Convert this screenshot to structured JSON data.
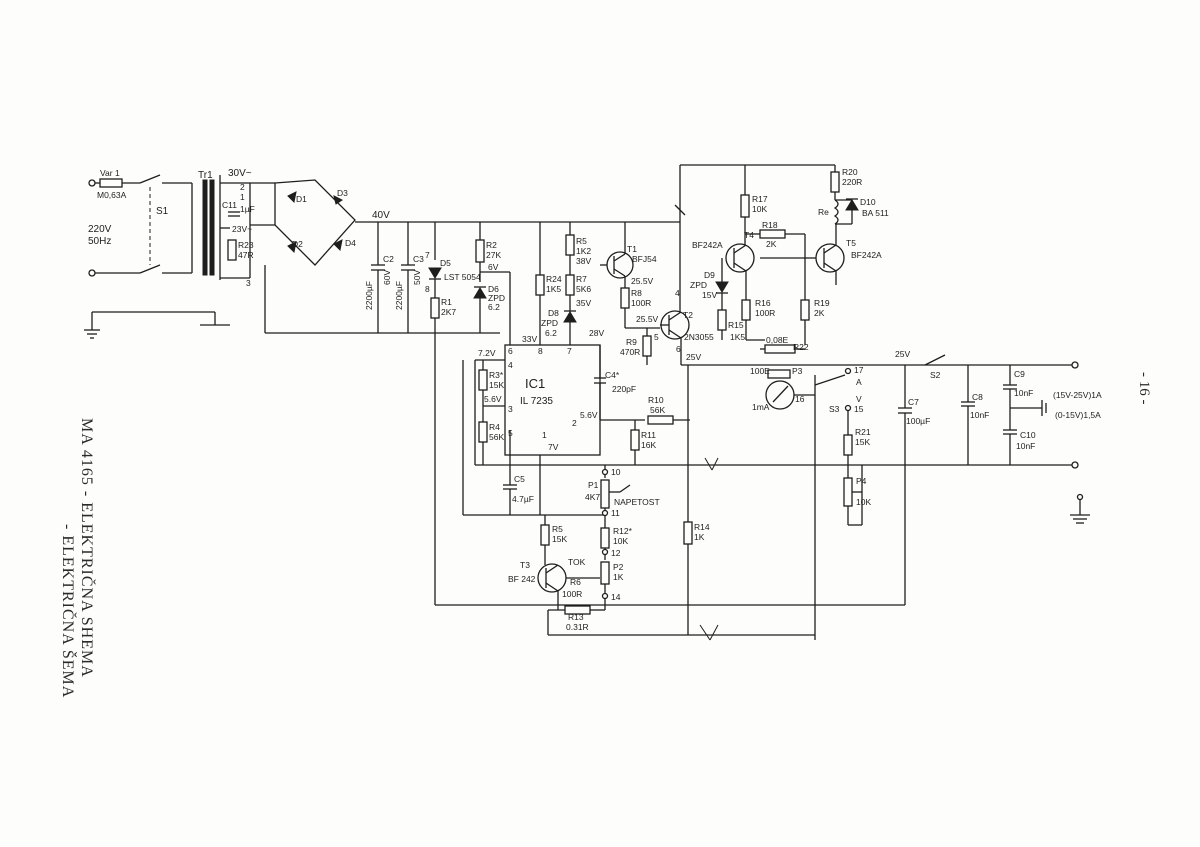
{
  "page": {
    "number": "- 16 -"
  },
  "caption": {
    "line1": "MA 4165 - ELEKTRIČNA SHEMA",
    "line2": "- ELEKTRIČNA ŠEMA"
  },
  "input": {
    "fuse": "Var 1",
    "fuse_value": "M0,63A",
    "switch": "S1",
    "mains_voltage": "220V",
    "mains_freq": "50Hz",
    "transformer": "Tr1",
    "secondary": "30V~",
    "c11": "C11",
    "c11_val": "1µF",
    "r23": "R23",
    "r23_val": "47R",
    "tap_23": "23V~",
    "tap1": "1",
    "tap2": "2",
    "tap3": "3"
  },
  "rectifier": {
    "d1": "D1",
    "d2": "D2",
    "d3": "D3",
    "d4": "D4",
    "rail": "40V"
  },
  "filter": {
    "c2": "C2",
    "c2_val": "2200µF",
    "c2_v": "60V",
    "c3": "C3",
    "c3_val": "2200µF",
    "c3_v": "50V"
  },
  "reference": {
    "d5": "D5",
    "d5_type": "LST 5054",
    "r1": "R1",
    "r1_val": "2K7",
    "r2": "R2",
    "r2_val": "27K",
    "v6": "6V",
    "d6": "D6",
    "d6_type": "ZPD",
    "d6_v": "6.2",
    "n7": "7",
    "n8": "8"
  },
  "ic": {
    "name": "IC1",
    "type": "IL 7235",
    "p1": "1",
    "p2": "2",
    "p3": "3",
    "p4": "4",
    "p5": "5",
    "p6": "6",
    "p7": "7",
    "p8": "8",
    "v72": "7.2V",
    "v56a": "5.6V",
    "v56b": "5.6V",
    "v7": "7V",
    "v33": "33V",
    "v28": "28V",
    "r3": "R3*",
    "r3_val": "15K",
    "r4": "R4",
    "r4_val": "56K",
    "c4": "C4*",
    "c4_val": "220pF"
  },
  "driver": {
    "r5": "R5",
    "r5_val": "1K2",
    "v38": "38V",
    "r24": "R24",
    "r24_val": "1K5",
    "r7": "R7",
    "r7_val": "5K6",
    "v35": "35V",
    "d8": "D8",
    "d8_type": "ZPD",
    "d8_v": "6.2",
    "t1": "T1",
    "t1_type": "BFJ54",
    "v255a": "25.5V",
    "r8": "R8",
    "r8_val": "100R",
    "r9": "R9",
    "r9_val": "470R",
    "v255b": "25.5V",
    "n4": "4",
    "n5": "5",
    "n6": "6"
  },
  "power": {
    "t2": "T2",
    "t2_type": "2N3055",
    "v25a": "25V",
    "t4": "T4",
    "t4_type": "BF242A",
    "t5": "T5",
    "t5_type": "BF242A",
    "r17": "R17",
    "r17_val": "10K",
    "r18": "R18",
    "r18_val": "2K",
    "r20": "R20",
    "r20_val": "220R",
    "re": "Re",
    "d10": "D10",
    "d10_type": "BA 511",
    "d9": "D9",
    "d9_type": "ZPD",
    "d9_v": "15V",
    "r16": "R16",
    "r16_val": "100R",
    "r15": "R15",
    "r15_val": "1K5",
    "r19": "R19",
    "r19_val": "2K",
    "r22": "0,08E",
    "r22_name": "R22"
  },
  "meter": {
    "p3": "P3",
    "p3_val": "100E",
    "meter": "1mA",
    "n16": "16",
    "n17": "17",
    "n15": "15",
    "s3": "S3",
    "a": "A",
    "v": "V"
  },
  "output": {
    "v25": "25V",
    "s2": "S2",
    "c7": "C7",
    "c7_val": "100µF",
    "c8": "C8",
    "c8_val": "10nF",
    "c9": "C9",
    "c9_val": "10nF",
    "c10": "C10",
    "c10_val": "10nF",
    "range1": "(15V-25V)1A",
    "range2": "(0-15V)1,5A"
  },
  "regulation": {
    "r10": "R10",
    "r10_val": "56K",
    "r11": "R11",
    "r11_val": "16K",
    "r21": "R21",
    "r21_val": "15K",
    "p4": "P4",
    "p4_val": "10K",
    "c5": "C5",
    "c5_val": "4.7µF",
    "p1": "P1",
    "p1_val": "4K7",
    "p1_name": "NAPETOST",
    "n10": "10",
    "n11": "11",
    "r12": "R12*",
    "r12_val": "10K",
    "n12": "12",
    "p2": "P2",
    "p2_val": "1K",
    "tok": "TOK",
    "r6": "R6",
    "r6_val": "100R",
    "n14": "14",
    "r13": "R13",
    "r13_val": "0.31R",
    "r14": "R14",
    "r14_val": "1K",
    "t3": "T3",
    "t3_type": "BF 242",
    "r5b": "R5",
    "r5b_val": "15K"
  }
}
